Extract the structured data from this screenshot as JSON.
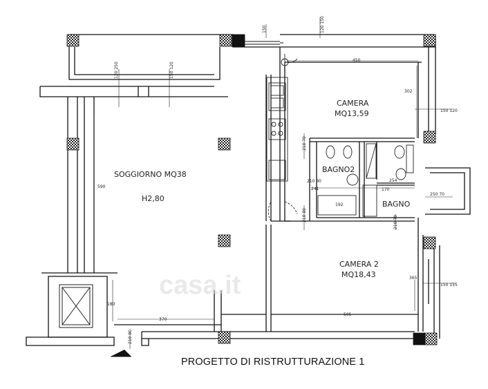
{
  "rooms": {
    "soggiorno": "SOGGIORNO MQ38",
    "soggiorno_height": "H2,80",
    "camera": "CAMERA",
    "camera_area": "MQ13,59",
    "bagno2": "BAGNO2",
    "bagno": "BAGNO",
    "camera2": "CAMERA 2",
    "camera2_area": "MQ18,43"
  },
  "dimensions": {
    "d150_top": "150",
    "d120_150_top": "120 150",
    "d450": "450",
    "d302": "302",
    "d150_120_right": "150 120",
    "d250_120": "120 250",
    "d150_120_left": "150 120",
    "d590": "590",
    "d210_70": "210 70",
    "d210_80": "210 80",
    "d241": "241",
    "d192": "192",
    "d170": "170",
    "d254": "254",
    "d250_70": "250 70",
    "d210_80b": "210 80",
    "d365": "365",
    "d150_155": "150 155",
    "d505": "505",
    "d180": "180",
    "d370": "370",
    "d210_80c": "210 80",
    "d210_70b": "210 70"
  },
  "title": "PROGETTO DI RISTRUTTURAZIONE 1",
  "watermark": "casa.it"
}
